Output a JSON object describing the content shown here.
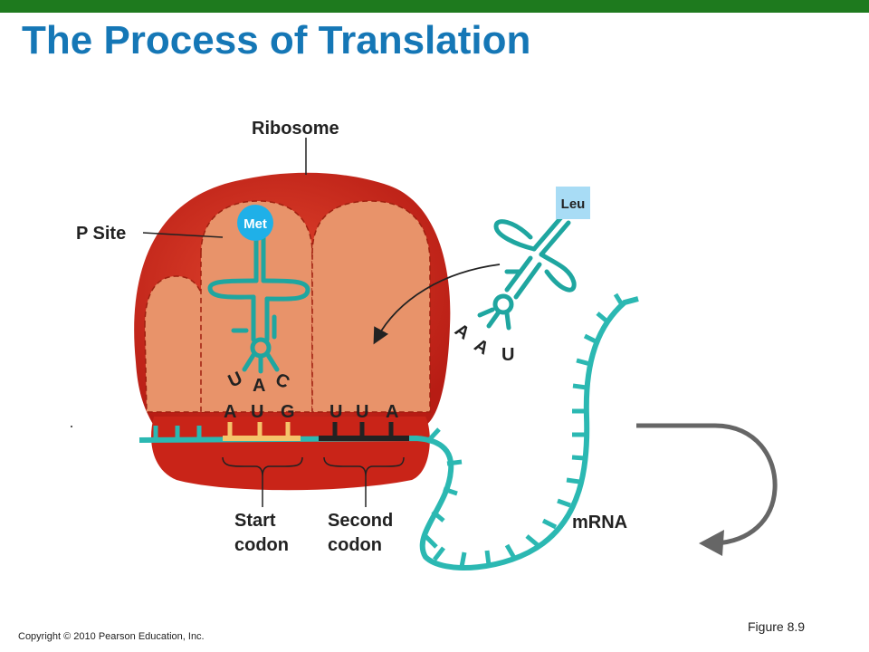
{
  "title": "The Process of Translation",
  "labels": {
    "ribosome": "Ribosome",
    "p_site": "P Site",
    "met": "Met",
    "leu": "Leu",
    "mrna": "mRNA",
    "start_codon_line1": "Start",
    "start_codon_line2": "codon",
    "second_codon_line1": "Second",
    "second_codon_line2": "codon"
  },
  "anticodon_met": [
    "U",
    "A",
    "C"
  ],
  "anticodon_leu": [
    "A",
    "A",
    "U"
  ],
  "codon_start": [
    "A",
    "U",
    "G"
  ],
  "codon_second": [
    "U",
    "U",
    "A"
  ],
  "colors": {
    "title": "#1577b6",
    "topbar": "#1e7a1e",
    "ribosome": "#d42a1e",
    "ribosome_inner": "#e8936a",
    "trna": "#1fa6a0",
    "mrna": "#2bb8b2",
    "start_codon": "#f5c36a",
    "second_codon": "#222222",
    "amino_met": "#1fb0e8",
    "amino_leu": "#a8dcf5"
  },
  "footer": {
    "copyright": "Copyright © 2010 Pearson Education, Inc.",
    "figure": "Figure 8.9"
  }
}
